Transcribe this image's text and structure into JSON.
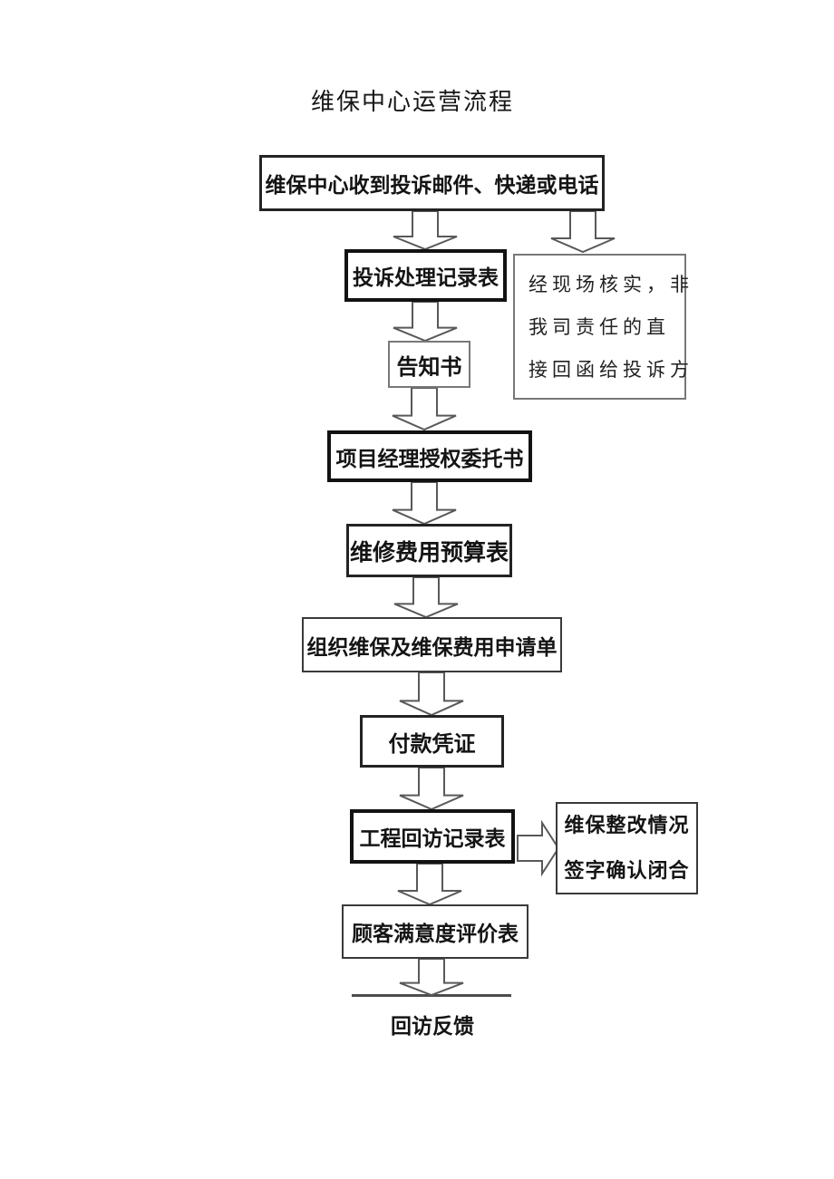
{
  "title": "维保中心运营流程",
  "colors": {
    "background": "#ffffff",
    "text": "#1a1a1a",
    "arrow_stroke": "#595959",
    "border_bold": "#121212",
    "border_light": "#787878"
  },
  "nodes": {
    "receive": {
      "label": "维保中心收到投诉邮件、快递或电话"
    },
    "complaint_record": {
      "label": "投诉处理记录表"
    },
    "notice": {
      "label": "告知书"
    },
    "authorization": {
      "label": "项目经理授权委托书"
    },
    "budget": {
      "label": "维修费用预算表"
    },
    "application": {
      "label": "组织维保及维保费用申请单"
    },
    "payment": {
      "label": "付款凭证"
    },
    "revisit_record": {
      "label": "工程回访记录表"
    },
    "satisfaction": {
      "label": "顾客满意度评价表"
    }
  },
  "side_notes": {
    "verify": {
      "lines": [
        "经现场核实，非",
        "我司责任的直",
        "接回函给投诉方"
      ]
    },
    "rectify": {
      "lines": [
        "维保整改情况",
        "签字确认闭合"
      ]
    }
  },
  "footer": {
    "label": "回访反馈"
  }
}
